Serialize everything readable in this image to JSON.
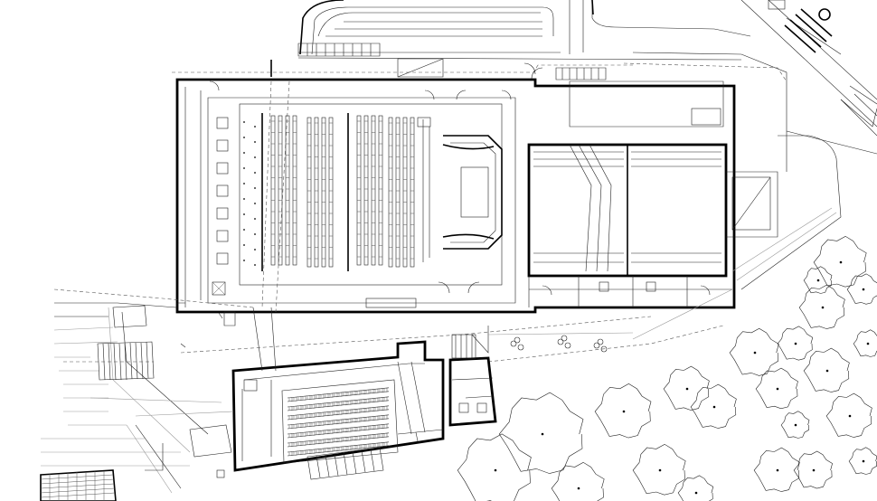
{
  "drawing": {
    "type": "architectural floor plan",
    "line_color": "#000000",
    "background": "#ffffff",
    "icons": [
      "accessible-parking-icon",
      "tree-icon",
      "seat-icon",
      "stair-icon",
      "door-swing-icon"
    ]
  },
  "spaces": {
    "main_auditorium": {
      "seating_blocks": 4,
      "rows_per_block": 13
    },
    "stage_house": {
      "bays": 2
    },
    "studio_theatre": {
      "seat_rows": 7
    },
    "landscape": {
      "tree_count": 22
    }
  }
}
